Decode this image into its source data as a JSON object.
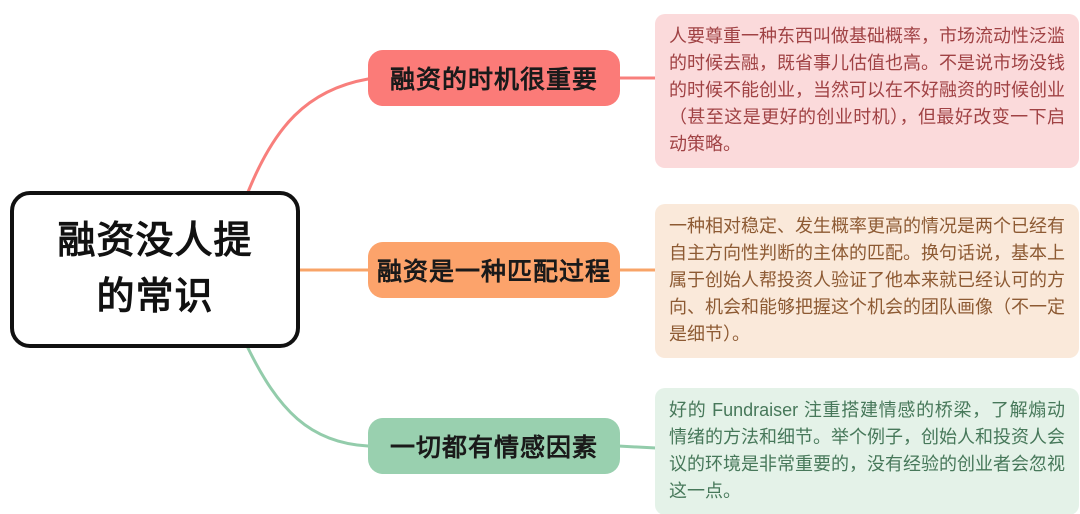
{
  "canvas": {
    "background": "#ffffff"
  },
  "root": {
    "label_line1": "融资没人提",
    "label_line2": "的常识",
    "background": "#ffffff",
    "border_color": "#111111",
    "text_color": "#111111"
  },
  "branches": [
    {
      "label": "融资的时机很重要",
      "node_color": "#FB7B78",
      "label_color": "#1a1a1a",
      "line_color": "#F87F7C",
      "note": "人要尊重一种东西叫做基础概率，市场流动性泛滥的时候去融，既省事儿估值也高。不是说市场没钱的时候不能创业，当然可以在不好融资的时候创业（甚至这是更好的创业时机），但最好改变一下启动策略。",
      "note_bg": "#FBDADB",
      "note_text_color": "#A04244"
    },
    {
      "label": "融资是一种匹配过程",
      "node_color": "#FCA36B",
      "label_color": "#1a1a1a",
      "line_color": "#F8A468",
      "note": "一种相对稳定、发生概率更高的情况是两个已经有自主方向性判断的主体的匹配。换句话说，基本上属于创始人帮投资人验证了他本来就已经认可的方向、机会和能够把握这个机会的团队画像（不一定是细节）。",
      "note_bg": "#FAE9DA",
      "note_text_color": "#8D5A33"
    },
    {
      "label": "一切都有情感因素",
      "node_color": "#99D0AF",
      "label_color": "#1a1a1a",
      "line_color": "#93CCAB",
      "note": "好的 Fundraiser 注重搭建情感的桥梁，了解煽动情绪的方法和细节。举个例子，创始人和投资人会议的环境是非常重要的，没有经验的创业者会忽视这一点。",
      "note_bg": "#E4F2E8",
      "note_text_color": "#47785A"
    }
  ]
}
